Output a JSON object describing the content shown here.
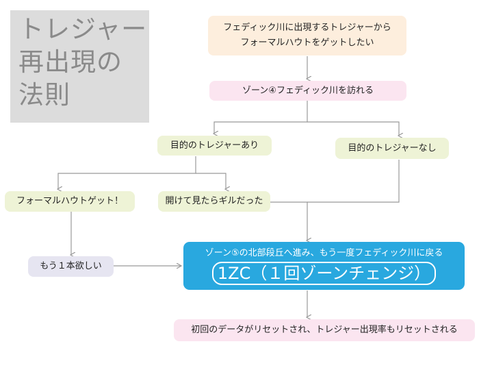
{
  "title": "トレジャー\n再出現の\n法則",
  "nodes": {
    "goal": "フェディック川に出現するトレジャーから\nフォーマルハウトをゲットしたい",
    "visit": "ゾーン④フェディック川を訪れる",
    "found": "目的のトレジャーあり",
    "not_found": "目的のトレジャーなし",
    "got": "フォーマルハウトゲット！",
    "gil": "開けて見たらギルだった",
    "want_more": "もう１本欲しい",
    "zone_change_sub": "ゾーン⑤の北部段丘へ進み、もう一度フェディック川に戻る",
    "zone_change_main": "1ZC（１回ゾーンチェンジ）",
    "reset": "初回のデータがリセットされ、トレジャー出現率もリセットされる"
  }
}
